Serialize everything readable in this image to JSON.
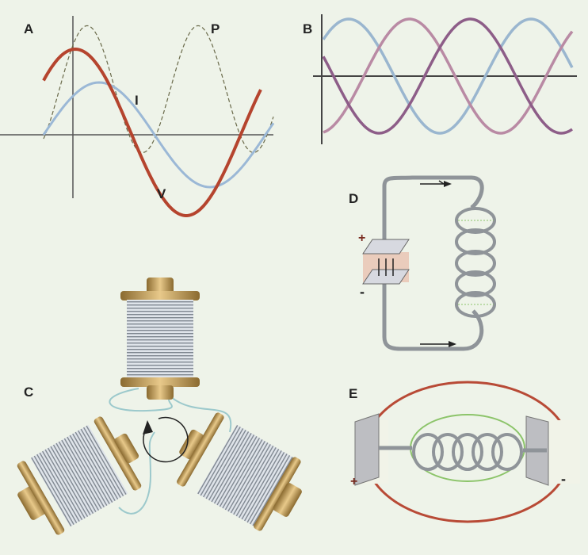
{
  "panels": {
    "a": {
      "label": "A",
      "curves": {
        "power": "P",
        "current": "I",
        "voltage": "V"
      }
    },
    "b": {
      "label": "B"
    },
    "c": {
      "label": "C"
    },
    "d": {
      "label": "D",
      "plus": "+",
      "minus": "-"
    },
    "e": {
      "label": "E",
      "plus": "+",
      "minus": "-"
    }
  },
  "colors": {
    "voltage": "#b5442e",
    "current": "#9bb8d6",
    "power": "#6a6a4a",
    "phaseA": "#8d5d88",
    "phaseB": "#9ab6cf",
    "phaseC": "#b98aa4",
    "wire": "#8f9499",
    "copper": "#c79a52",
    "field": "#8cc46a",
    "outerField": "#b84a36"
  }
}
